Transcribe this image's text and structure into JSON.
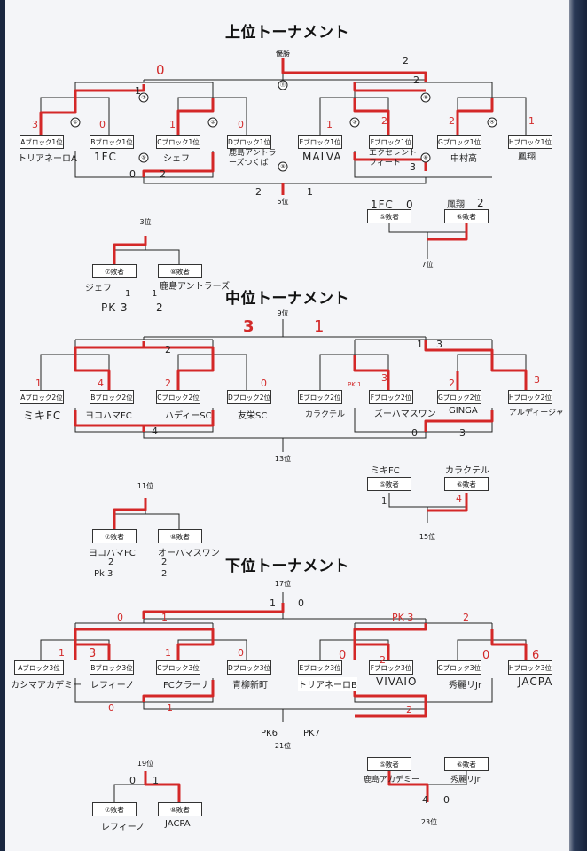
{
  "upper": {
    "title": "上位トーナメント",
    "winner_label": "優勝",
    "third_label": "3位",
    "fifth_label": "5位",
    "seventh_label": "7位",
    "teams": [
      {
        "block": "Aブロック1位",
        "name": "トリアネーロA",
        "score": "3"
      },
      {
        "block": "Bブロック1位",
        "name": "1FC",
        "score": "0"
      },
      {
        "block": "Cブロック1位",
        "name": "シェフ",
        "score": "1"
      },
      {
        "block": "Dブロック1位",
        "name": "鹿島アントラーズつくば",
        "score": "0"
      },
      {
        "block": "Eブロック1位",
        "name": "MALVA",
        "score": "1"
      },
      {
        "block": "Fブロック1位",
        "name": "エクセレントフィート",
        "score": "2"
      },
      {
        "block": "Gブロック1位",
        "name": "中村高",
        "score": "2"
      },
      {
        "block": "Hブロック1位",
        "name": "鳳翔",
        "score": "1"
      }
    ],
    "scores": {
      "final_left": "0",
      "final_right": "2",
      "sf_left": "1",
      "sf_right": "2",
      "sf2_left": "0",
      "sf2_right": "3",
      "l1": "2",
      "l2": "1",
      "r1": "2",
      "r2": "1"
    },
    "losers_left": {
      "label": "⑦敗者",
      "name": "ジェフ",
      "pk": "PK 3",
      "s1": "1",
      "s2": "1"
    },
    "losers_right": {
      "label": "⑧敗者",
      "name": "鹿島アントラーズ",
      "pk": "2"
    },
    "fifth_left": {
      "label": "⑤敗者",
      "name": "1FC",
      "score": "0"
    },
    "fifth_right": {
      "label": "⑥敗者",
      "name": "鳳翔",
      "score": "2"
    }
  },
  "middle": {
    "title": "中位トーナメント",
    "top_label": "9位",
    "mid_label": "11位",
    "low_label": "13位",
    "bottom_label": "15位",
    "teams": [
      {
        "block": "Aブロック2位",
        "name": "ミキFC",
        "score": "1"
      },
      {
        "block": "Bブロック2位",
        "name": "ヨコハマFC",
        "score": "4"
      },
      {
        "block": "Cブロック2位",
        "name": "ハディーSC",
        "score": "2"
      },
      {
        "block": "Dブロック2位",
        "name": "友栄SC",
        "score": "0"
      },
      {
        "block": "Eブロック2位",
        "name": "カラクテル",
        "score": "PK 1"
      },
      {
        "block": "Fブロック2位",
        "name": "ズーハマスワン",
        "score": "3"
      },
      {
        "block": "Gブロック2位",
        "name": "GINGA",
        "score": "2"
      },
      {
        "block": "Hブロック2位",
        "name": "アルディージャ",
        "score": "3"
      }
    ],
    "scores": {
      "final_left": "3",
      "final_right": "1",
      "sf_left": "2",
      "sf_right": "3",
      "l_low": "4",
      "r_low": "0",
      "r_low2": "3",
      "mid_r": "1"
    },
    "losers_left": {
      "label": "⑦敗者",
      "name": "ヨコハマFC",
      "score": "2",
      "pk": "Pk 3"
    },
    "losers_right": {
      "label": "⑧敗者",
      "name": "オーハマスワン",
      "score": "2",
      "pk": "2"
    },
    "fifth_left": {
      "label": "⑤敗者",
      "name": "ミキFC",
      "score": "1"
    },
    "fifth_right": {
      "label": "⑥敗者",
      "name": "カラクテル",
      "score": "4"
    }
  },
  "lower": {
    "title": "下位トーナメント",
    "top_label": "17位",
    "mid_label": "19位",
    "low_label": "21位",
    "bottom_label": "23位",
    "teams": [
      {
        "block": "Aブロック3位",
        "name": "カシマアカデミー",
        "score": "1"
      },
      {
        "block": "Bブロック3位",
        "name": "レフィーノ",
        "score": "3"
      },
      {
        "block": "Cブロック3位",
        "name": "FCクラーナ",
        "score": "1"
      },
      {
        "block": "Dブロック3位",
        "name": "青柳新町",
        "score": "0"
      },
      {
        "block": "Eブロック3位",
        "name": "トリアネーロB",
        "score": "0"
      },
      {
        "block": "Fブロック3位",
        "name": "VIVAIO",
        "score": "2"
      },
      {
        "block": "Gブロック3位",
        "name": "秀麗リJr",
        "score": "0"
      },
      {
        "block": "Hブロック3位",
        "name": "JACPA",
        "score": "6"
      }
    ],
    "scores": {
      "final_left": "1",
      "final_right": "0",
      "sf_left": "0",
      "sf_mid": "1",
      "pk3": "PK 3",
      "sf_right": "2",
      "low_left": "0",
      "low_mid": "1",
      "low_right": "2",
      "pk6": "PK6",
      "pk7": "PK7"
    },
    "losers_left": {
      "label": "⑦敗者",
      "name": "レフィーノ",
      "score": "0"
    },
    "losers_right": {
      "label": "⑧敗者",
      "name": "JACPA",
      "score": "1"
    },
    "fifth_left": {
      "label": "⑤敗者",
      "name": "鹿島アカデミー",
      "score": "4"
    },
    "fifth_right": {
      "label": "⑥敗者",
      "name": "秀麗リJr",
      "score": "0"
    }
  }
}
